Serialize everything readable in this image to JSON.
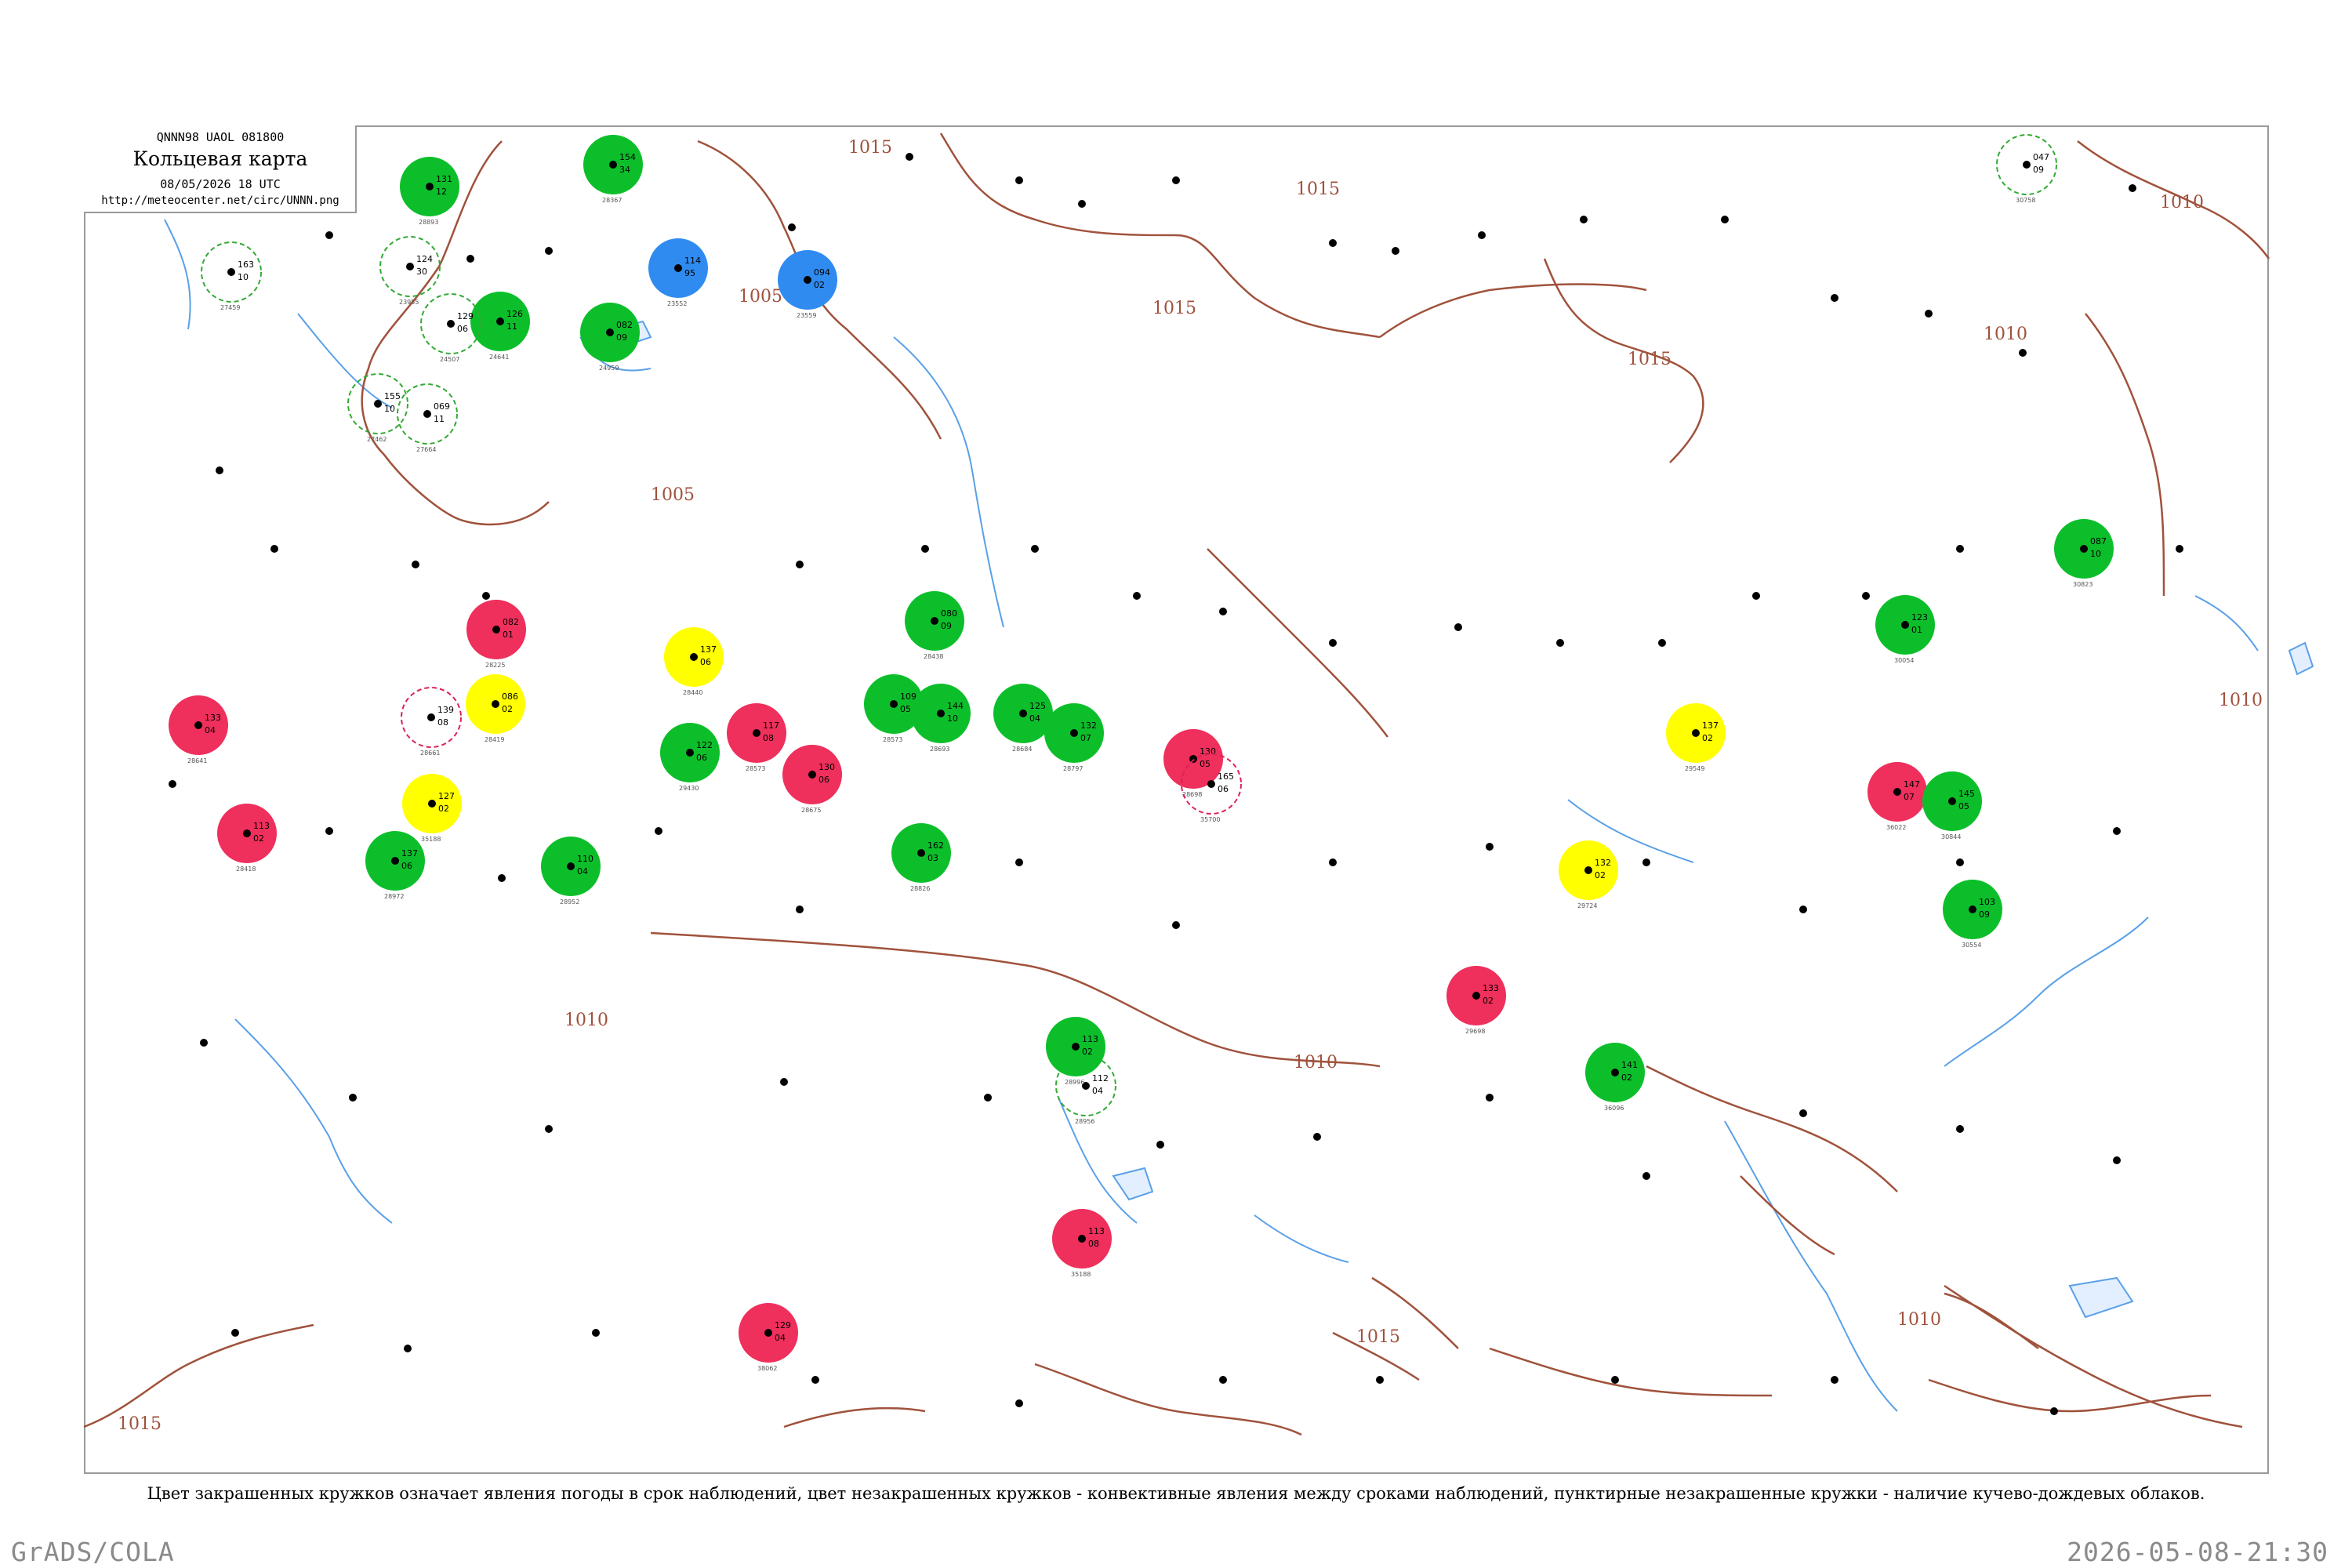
{
  "header": {
    "code": "QNNN98  UAOL  081800",
    "title": "Кольцевая карта",
    "date": "08/05/2026 18 UTC",
    "url": "http://meteocenter.net/circ/UNNN.png"
  },
  "caption": "Цвет закрашенных кружков означает явления погоды в срок наблюдений, цвет незакрашенных кружков - конвективные явления между сроками наблюдений, пунктирные незакрашенные кружки - наличие кучево-дождевых облаков.",
  "footer": {
    "left": "GrADS/COLA",
    "right": "2026-05-08-21:30"
  },
  "colors": {
    "isobar": "#a0523c",
    "water": "#5aa0e8",
    "green": "#0cbf2a",
    "red": "#ef2f5c",
    "yellow": "#ffff00",
    "blue": "#2f8bf0",
    "ring_green": "#33aa33",
    "ring_red": "#dd2255"
  },
  "isobar_labels": [
    "1015",
    "1005",
    "1015",
    "1015",
    "1005",
    "1010",
    "1015",
    "1010",
    "1010",
    "1010",
    "1015",
    "1010",
    "1015",
    "1010"
  ],
  "stations": [
    {
      "value": "131",
      "aux": "12",
      "name": "28893",
      "fill": "green"
    },
    {
      "value": "163",
      "aux": "10",
      "name": "27459",
      "fill": "ring-green"
    },
    {
      "value": "124",
      "aux": "30",
      "name": "23955",
      "fill": "ring-green"
    },
    {
      "value": "126",
      "aux": "11",
      "name": "24641",
      "fill": "green"
    },
    {
      "value": "129",
      "aux": "06",
      "name": "24507",
      "fill": "ring-green"
    },
    {
      "value": "114",
      "aux": "95",
      "name": "23552",
      "fill": "blue"
    },
    {
      "value": "094",
      "aux": "02",
      "name": "23559",
      "fill": "blue"
    },
    {
      "value": "155",
      "aux": "10",
      "name": "27462",
      "fill": "ring-green"
    },
    {
      "value": "069",
      "aux": "11",
      "name": "27664",
      "fill": "ring-green"
    },
    {
      "value": "137",
      "aux": "06",
      "name": "28440",
      "fill": "yellow"
    },
    {
      "value": "086",
      "aux": "02",
      "name": "28419",
      "fill": "yellow"
    },
    {
      "value": "127",
      "aux": "02",
      "name": "35188",
      "fill": "yellow"
    },
    {
      "value": "133",
      "aux": "04",
      "name": "28641",
      "fill": "red"
    },
    {
      "value": "082",
      "aux": "01",
      "name": "28225",
      "fill": "red"
    },
    {
      "value": "113",
      "aux": "02",
      "name": "28418",
      "fill": "red"
    },
    {
      "value": "154",
      "aux": "34",
      "name": "28367",
      "fill": "green"
    },
    {
      "value": "139",
      "aux": "08",
      "name": "28661",
      "fill": "ring-red"
    },
    {
      "value": "080",
      "aux": "09",
      "name": "28438",
      "fill": "green"
    },
    {
      "value": "109",
      "aux": "05",
      "name": "28573",
      "fill": "green"
    },
    {
      "value": "117",
      "aux": "08",
      "name": "28573",
      "fill": "red"
    },
    {
      "value": "130",
      "aux": "06",
      "name": "28675",
      "fill": "red"
    },
    {
      "value": "125",
      "aux": "04",
      "name": "28684",
      "fill": "green"
    },
    {
      "value": "162",
      "aux": "03",
      "name": "28826",
      "fill": "green"
    },
    {
      "value": "144",
      "aux": "10",
      "name": "28693",
      "fill": "green"
    },
    {
      "value": "132",
      "aux": "07",
      "name": "28797",
      "fill": "green"
    },
    {
      "value": "130",
      "aux": "05",
      "name": "28698",
      "fill": "red"
    },
    {
      "value": "122",
      "aux": "06",
      "name": "29430",
      "fill": "green"
    },
    {
      "value": "110",
      "aux": "04",
      "name": "28952",
      "fill": "green"
    },
    {
      "value": "137",
      "aux": "06",
      "name": "28972",
      "fill": "green"
    },
    {
      "value": "112",
      "aux": "04",
      "name": "28956",
      "fill": "ring-green"
    },
    {
      "value": "113",
      "aux": "02",
      "name": "28996",
      "fill": "green"
    },
    {
      "value": "113",
      "aux": "08",
      "name": "35188",
      "fill": "red"
    },
    {
      "value": "165",
      "aux": "06",
      "name": "35700",
      "fill": "ring-red"
    },
    {
      "value": "132",
      "aux": "02",
      "name": "29724",
      "fill": "yellow"
    },
    {
      "value": "137",
      "aux": "02",
      "name": "29549",
      "fill": "yellow"
    },
    {
      "value": "133",
      "aux": "02",
      "name": "29698",
      "fill": "red"
    },
    {
      "value": "141",
      "aux": "02",
      "name": "36096",
      "fill": "green"
    },
    {
      "value": "147",
      "aux": "07",
      "name": "36022",
      "fill": "red"
    },
    {
      "value": "123",
      "aux": "01",
      "name": "30054",
      "fill": "green"
    },
    {
      "value": "103",
      "aux": "09",
      "name": "30554",
      "fill": "green"
    },
    {
      "value": "087",
      "aux": "10",
      "name": "30823",
      "fill": "green"
    },
    {
      "value": "145",
      "aux": "05",
      "name": "30844",
      "fill": "green"
    },
    {
      "value": "047",
      "aux": "09",
      "name": "30758",
      "fill": "ring-green"
    },
    {
      "value": "129",
      "aux": "04",
      "name": "38062",
      "fill": "red"
    },
    {
      "value": "082",
      "aux": "09",
      "name": "24959",
      "fill": "green"
    }
  ]
}
